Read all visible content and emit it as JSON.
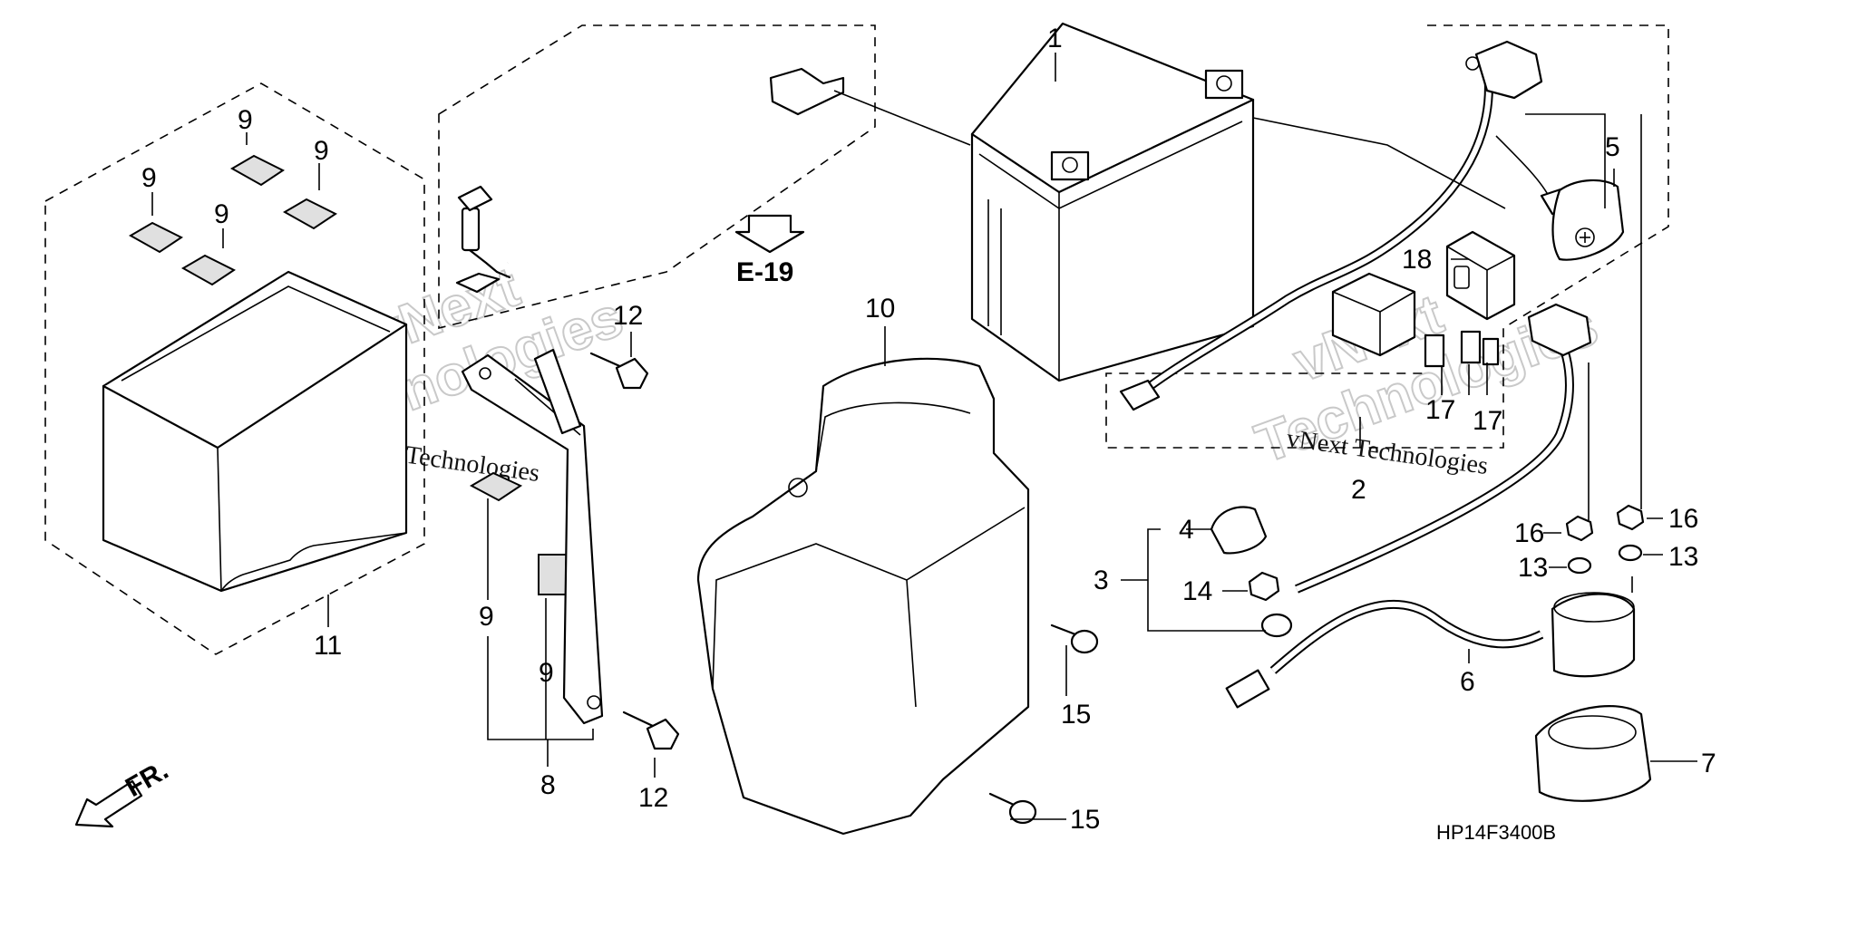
{
  "diagram": {
    "drawing_code": "HP14F3400B",
    "reference_page": "E-19",
    "front_label": "FR.",
    "watermark": {
      "text_small": "vNext Technologies",
      "text_large_line1": "vNext",
      "text_large_line2": "Technologies"
    },
    "callouts": {
      "c1": "1",
      "c2": "2",
      "c3": "3",
      "c4": "4",
      "c5": "5",
      "c6": "6",
      "c7": "7",
      "c8": "8",
      "c9a": "9",
      "c9b": "9",
      "c9c": "9",
      "c9d": "9",
      "c9e": "9",
      "c9f": "9",
      "c10": "10",
      "c11": "11",
      "c12a": "12",
      "c12b": "12",
      "c13a": "13",
      "c13b": "13",
      "c14": "14",
      "c15a": "15",
      "c15b": "15",
      "c16a": "16",
      "c16b": "16",
      "c17a": "17",
      "c17b": "17",
      "c18": "18"
    }
  }
}
